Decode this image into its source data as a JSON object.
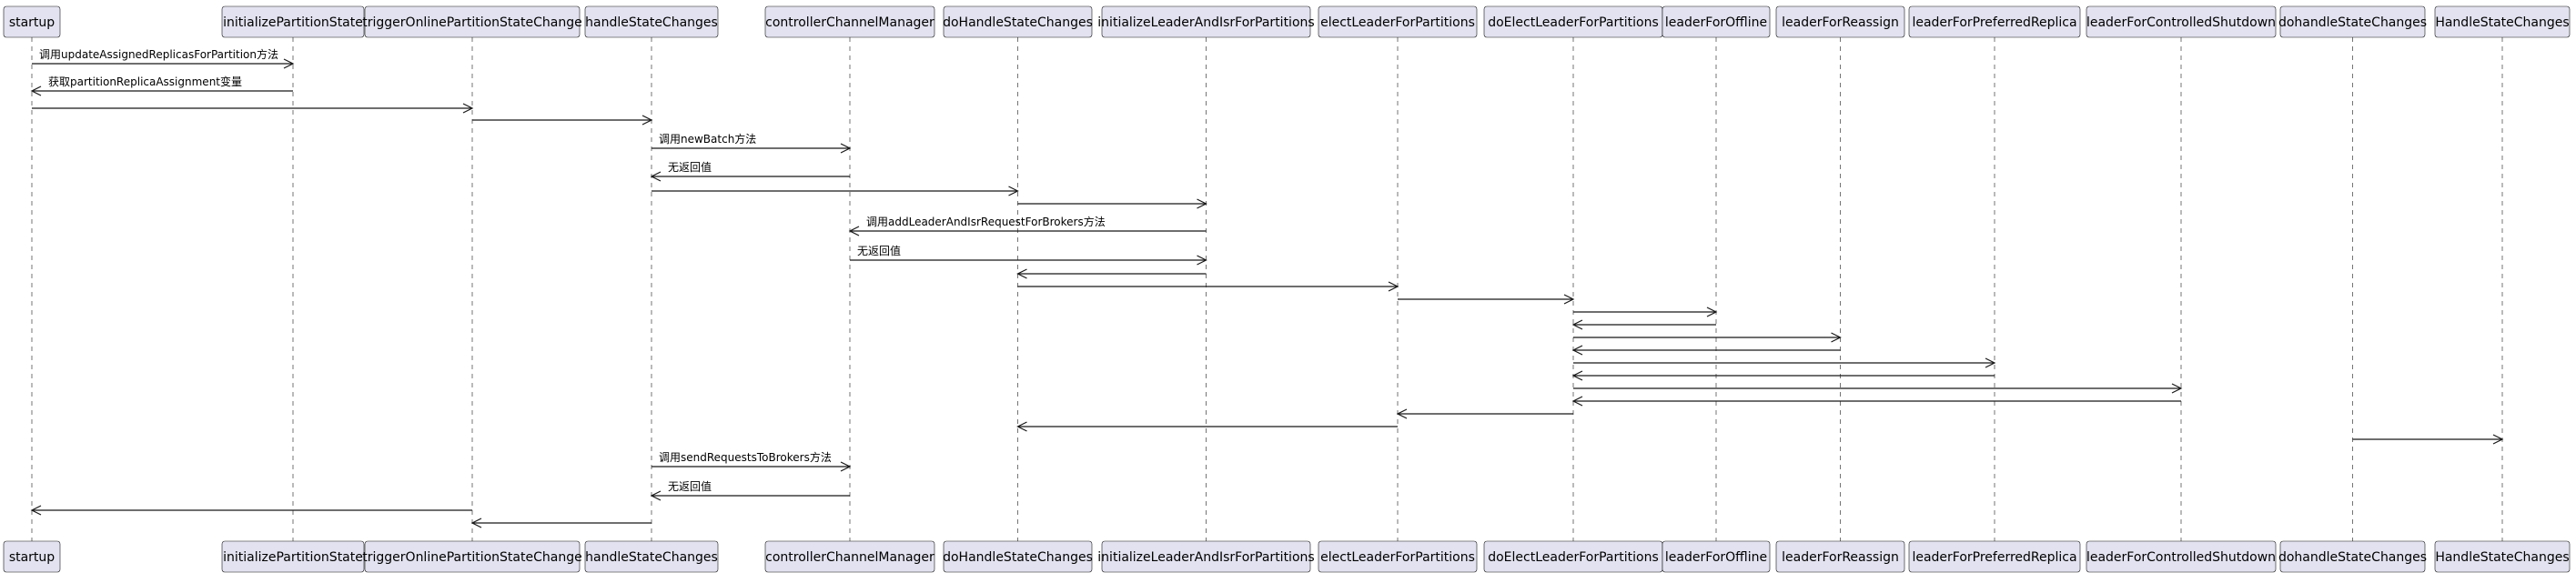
{
  "participants": [
    {
      "id": "startup",
      "label": "startup"
    },
    {
      "id": "initializePartitionState",
      "label": "initializePartitionState"
    },
    {
      "id": "triggerOnlinePartitionStateChange",
      "label": "triggerOnlinePartitionStateChange"
    },
    {
      "id": "handleStateChanges",
      "label": "handleStateChanges"
    },
    {
      "id": "controllerChannelManager",
      "label": "controllerChannelManager"
    },
    {
      "id": "doHandleStateChanges",
      "label": "doHandleStateChanges"
    },
    {
      "id": "initializeLeaderAndIsrForPartitions",
      "label": "initializeLeaderAndIsrForPartitions"
    },
    {
      "id": "electLeaderForPartitions",
      "label": "electLeaderForPartitions"
    },
    {
      "id": "doElectLeaderForPartitions",
      "label": "doElectLeaderForPartitions"
    },
    {
      "id": "leaderForOffline",
      "label": "leaderForOffline"
    },
    {
      "id": "leaderForReassign",
      "label": "leaderForReassign"
    },
    {
      "id": "leaderForPreferredReplica",
      "label": "leaderForPreferredReplica"
    },
    {
      "id": "leaderForControlledShutdown",
      "label": "leaderForControlledShutdown"
    },
    {
      "id": "dohandleStateChanges",
      "label": "dohandleStateChanges"
    },
    {
      "id": "HandleStateChanges",
      "label": "HandleStateChanges"
    }
  ],
  "messages": [
    {
      "from": 0,
      "to": 1,
      "label": "调用updateAssignedReplicasForPartition方法"
    },
    {
      "from": 1,
      "to": 0,
      "label": "获取partitionReplicaAssignment变量"
    },
    {
      "from": 0,
      "to": 2,
      "label": ""
    },
    {
      "from": 2,
      "to": 3,
      "label": ""
    },
    {
      "from": 3,
      "to": 4,
      "label": "调用newBatch方法"
    },
    {
      "from": 4,
      "to": 3,
      "label": "无返回值"
    },
    {
      "from": 3,
      "to": 5,
      "label": ""
    },
    {
      "from": 5,
      "to": 6,
      "label": ""
    },
    {
      "from": 6,
      "to": 4,
      "label": "调用addLeaderAndIsrRequestForBrokers方法"
    },
    {
      "from": 4,
      "to": 6,
      "label": "无返回值"
    },
    {
      "from": 6,
      "to": 5,
      "label": ""
    },
    {
      "from": 5,
      "to": 7,
      "label": ""
    },
    {
      "from": 7,
      "to": 8,
      "label": ""
    },
    {
      "from": 8,
      "to": 9,
      "label": ""
    },
    {
      "from": 9,
      "to": 8,
      "label": ""
    },
    {
      "from": 8,
      "to": 10,
      "label": ""
    },
    {
      "from": 10,
      "to": 8,
      "label": ""
    },
    {
      "from": 8,
      "to": 11,
      "label": ""
    },
    {
      "from": 11,
      "to": 8,
      "label": ""
    },
    {
      "from": 8,
      "to": 12,
      "label": ""
    },
    {
      "from": 12,
      "to": 8,
      "label": ""
    },
    {
      "from": 8,
      "to": 7,
      "label": ""
    },
    {
      "from": 7,
      "to": 5,
      "label": ""
    },
    {
      "from": 13,
      "to": 14,
      "label": ""
    },
    {
      "from": 3,
      "to": 4,
      "label": "调用sendRequestsToBrokers方法"
    },
    {
      "from": 4,
      "to": 3,
      "label": "无返回值"
    },
    {
      "from": 2,
      "to": 0,
      "label": ""
    },
    {
      "from": 3,
      "to": 2,
      "label": ""
    }
  ]
}
